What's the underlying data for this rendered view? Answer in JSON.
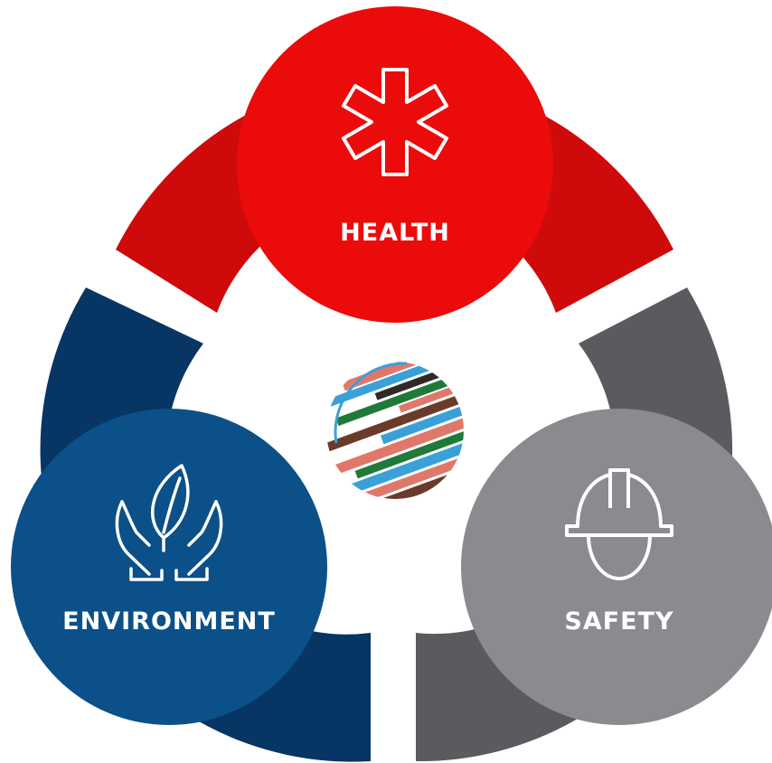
{
  "diagram": {
    "segments": [
      {
        "id": "health",
        "label": "HEALTH",
        "icon": "star-of-life-icon",
        "color": "#ec0b0b",
        "arc_color": "#cf0a0a"
      },
      {
        "id": "environment",
        "label": "ENVIRONMENT",
        "icon": "hands-leaf-icon",
        "color": "#0b5088",
        "arc_color": "#073564"
      },
      {
        "id": "safety",
        "label": "SAFETY",
        "icon": "hard-hat-icon",
        "color": "#898b8e",
        "arc_color": "#595b5e"
      }
    ],
    "center": {
      "icon": "striped-globe-logo"
    }
  }
}
